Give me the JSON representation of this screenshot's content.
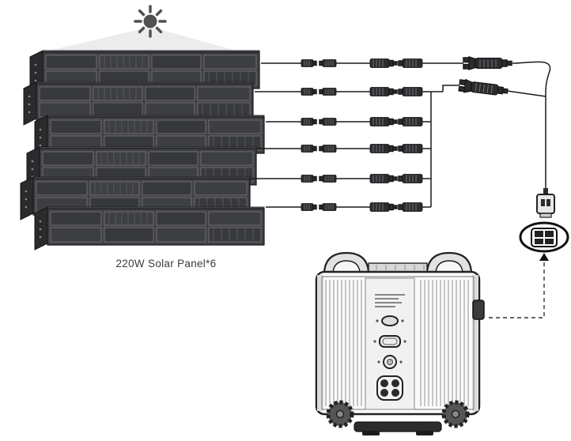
{
  "diagram": {
    "panel_label": "220W Solar Panel*6",
    "panel_count": 6,
    "connector_row_count": 6,
    "colors": {
      "background": "#ffffff",
      "panel_body": "#414245",
      "panel_cell_dark": "#38393c",
      "panel_frame": "#2a2b2d",
      "connector": "#2b2c2e",
      "wire": "#1a1a1a",
      "beam": "#ececec",
      "sun": "#515153",
      "label_text": "#3a3a3a",
      "device_outline": "#222222",
      "dashed_line": "#333333"
    },
    "icons": {
      "sun": "sun-icon",
      "solar_panel": "solar-panel",
      "mc4_pair_small": "mc4-connector-pair-small",
      "mc4_pair_large": "mc4-connector-pair-large",
      "parallel_connector": "parallel-branch-connector",
      "charge_plug": "charge-plug",
      "port_zoom": "solar-input-port-zoom",
      "power_station": "power-station-rear"
    }
  }
}
